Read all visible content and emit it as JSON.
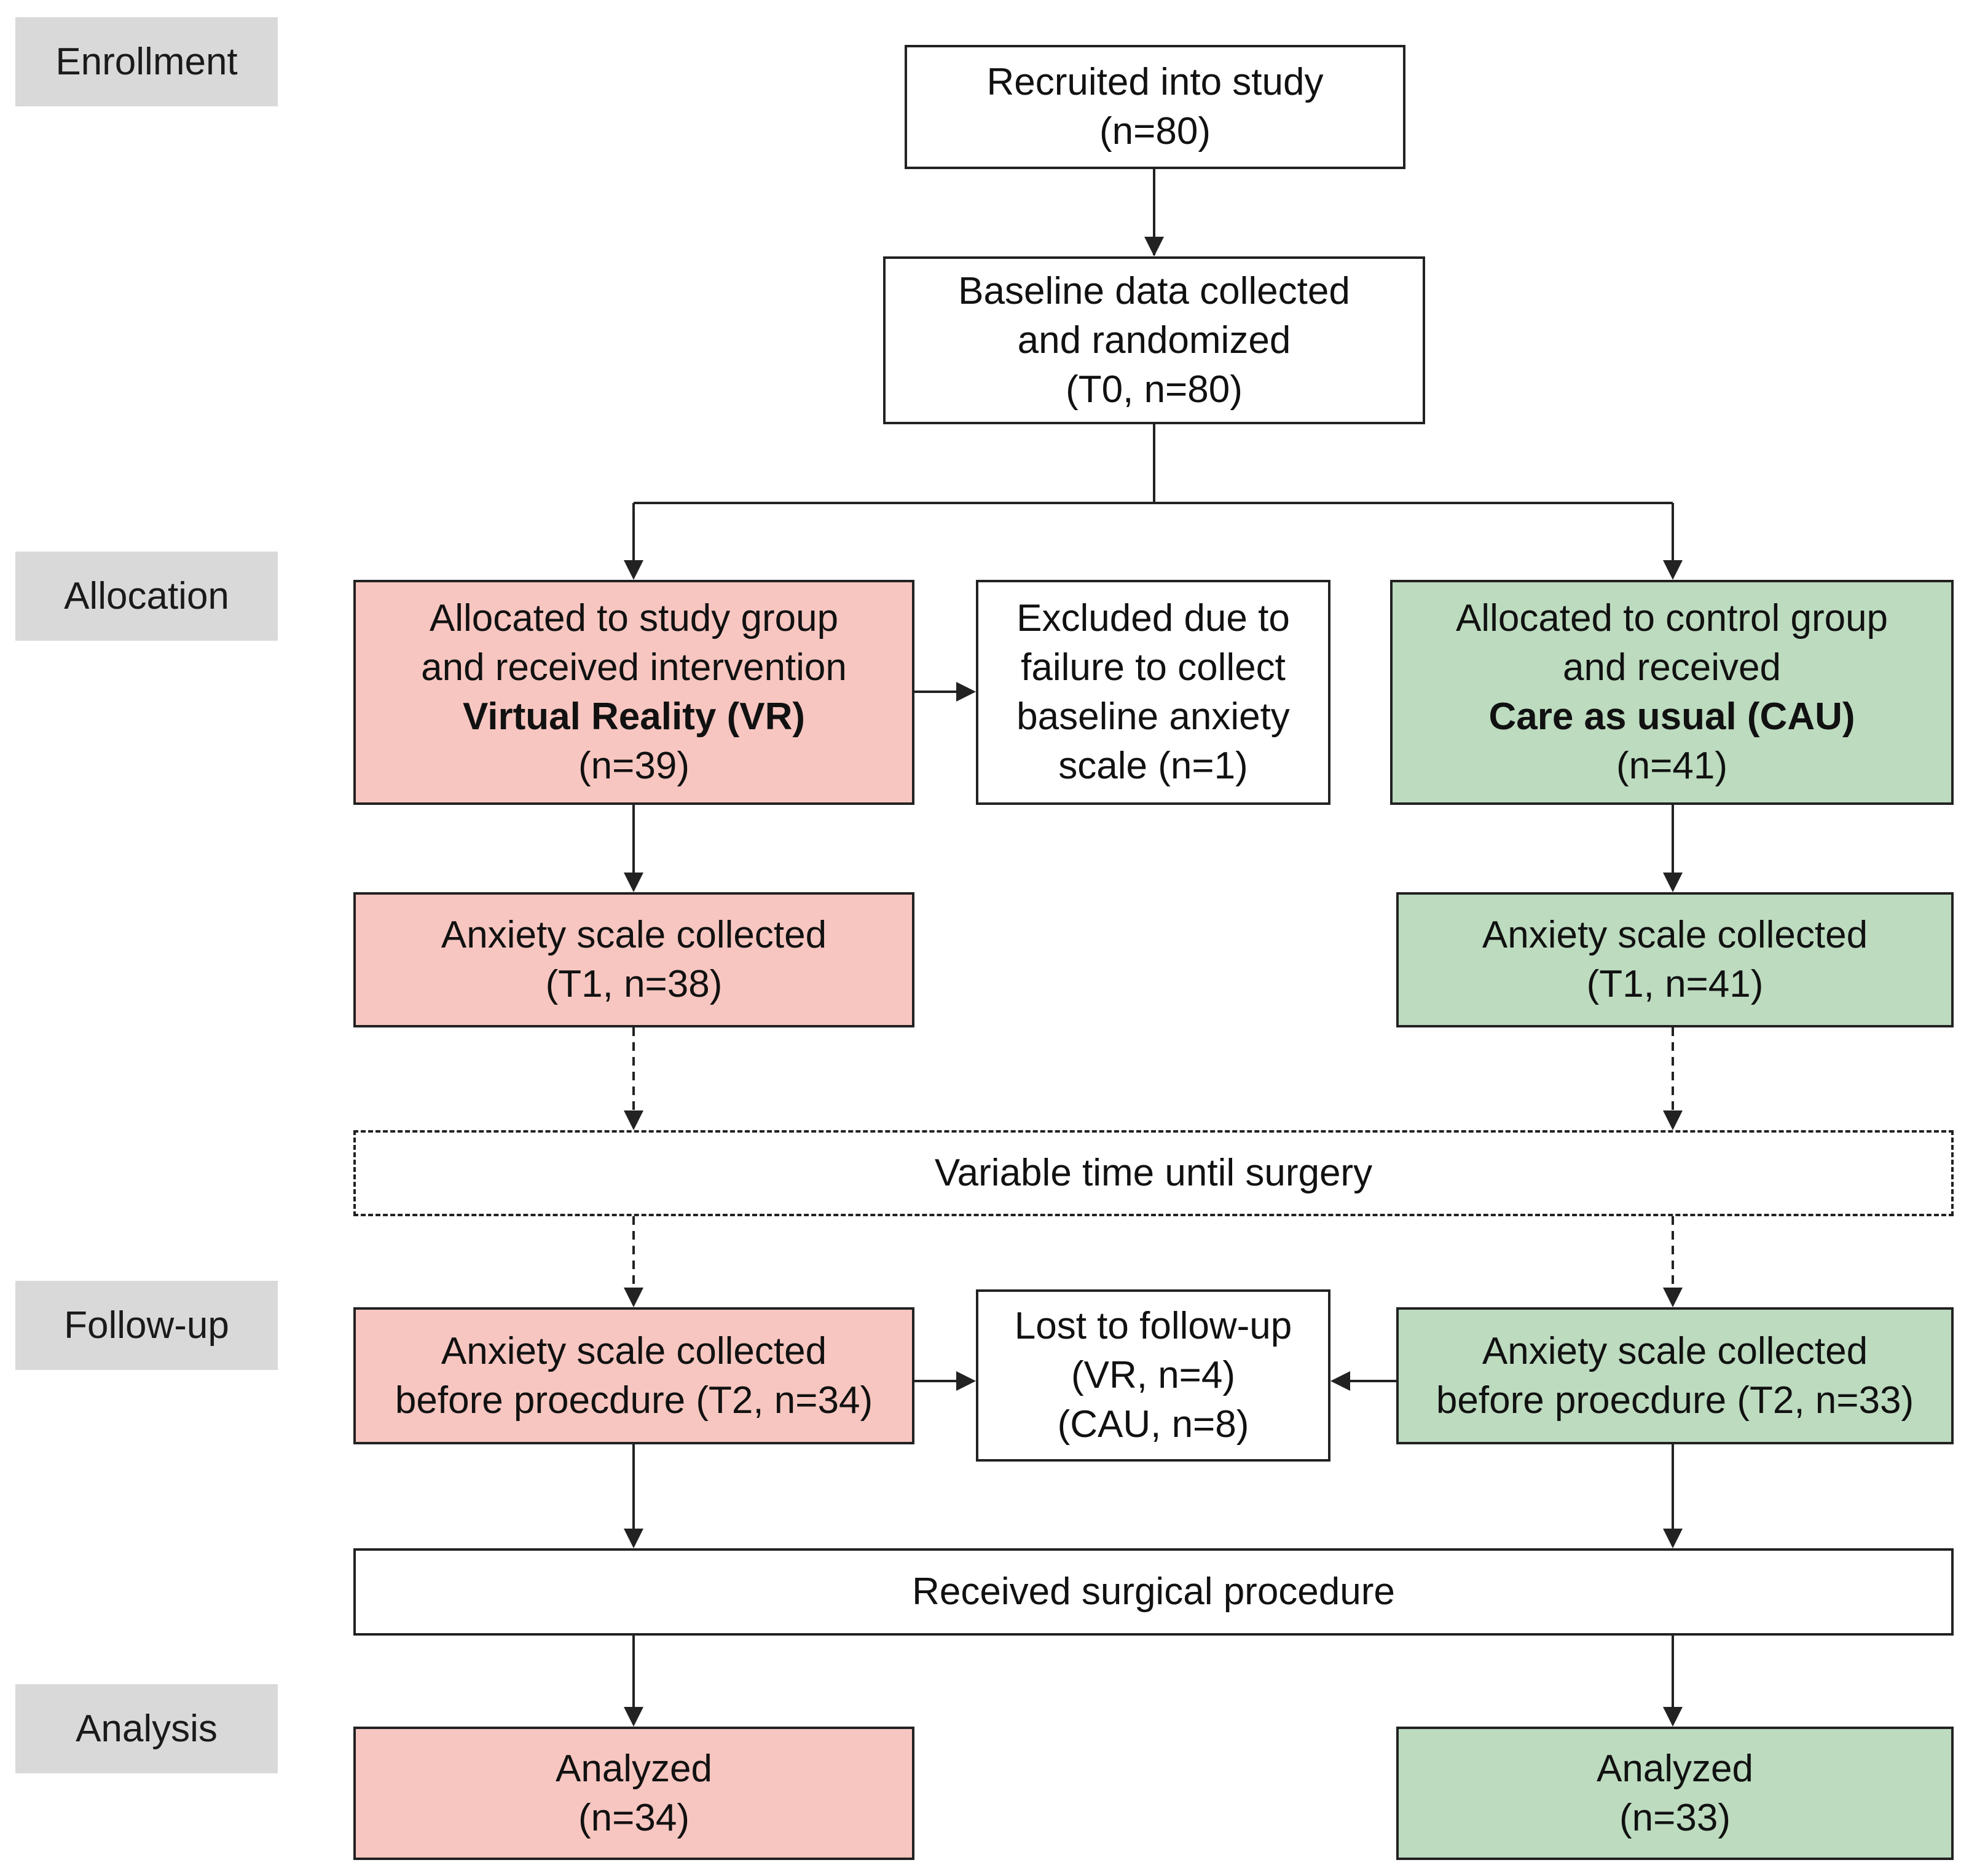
{
  "colors": {
    "study_fill": "#f7c6c0",
    "control_fill": "#bddbbf",
    "phase_fill": "#d9d9d9",
    "stroke": "#222222"
  },
  "phases": {
    "enrollment": "Enrollment",
    "allocation": "Allocation",
    "follow_up": "Follow-up",
    "analysis": "Analysis"
  },
  "recruited": {
    "line1": "Recruited into study",
    "line2": "(n=80)"
  },
  "baseline": {
    "line1": "Baseline data collected",
    "line2": "and randomized",
    "line3": "(T0, n=80)"
  },
  "study_group": {
    "line1": "Allocated to study group",
    "line2": "and received intervention",
    "line3": "Virtual Reality (VR)",
    "line4": "(n=39)"
  },
  "excluded": {
    "line1": "Excluded due to",
    "line2": "failure to collect",
    "line3": "baseline anxiety",
    "line4": "scale (n=1)"
  },
  "control_group": {
    "line1": "Allocated to control group",
    "line2": "and received",
    "line3": "Care as usual (CAU)",
    "line4": "(n=41)"
  },
  "study_t1": {
    "line1": "Anxiety scale collected",
    "line2": "(T1, n=38)"
  },
  "control_t1": {
    "line1": "Anxiety scale collected",
    "line2": "(T1, n=41)"
  },
  "variable_time": "Variable time until surgery",
  "study_t2": {
    "line1": "Anxiety scale collected",
    "line2": "before proecdure (T2, n=34)"
  },
  "lost": {
    "line1": "Lost to follow-up",
    "line2": "(VR, n=4)",
    "line3": "(CAU, n=8)"
  },
  "control_t2": {
    "line1": "Anxiety scale collected",
    "line2": "before proecdure (T2, n=33)"
  },
  "surgery": "Received surgical procedure",
  "study_analyzed": {
    "line1": "Analyzed",
    "line2": "(n=34)"
  },
  "control_analyzed": {
    "line1": "Analyzed",
    "line2": "(n=33)"
  }
}
